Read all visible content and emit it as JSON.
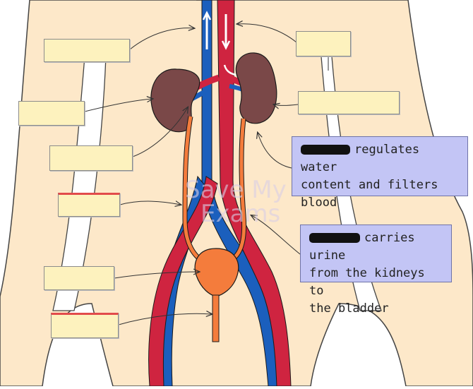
{
  "info_boxes": [
    {
      "text_line1": "regulates water",
      "text_line2": "content and filters",
      "text_line3": "blood"
    },
    {
      "text_line1": "carries urine",
      "text_line2": "from the kidneys to",
      "text_line3": "the bladder"
    }
  ],
  "colors": {
    "skin": "#fde8c9",
    "skin_outline": "#444444",
    "vena_cava": "#1b5fbd",
    "aorta": "#cf2440",
    "kidney": "#7a4848",
    "ureter": "#f47c3c",
    "bladder": "#f47c3c",
    "label_fill": "#fdf2be",
    "info_fill": "#c3c5f5"
  },
  "watermark": {
    "line1": "Save My",
    "line2": "Exams"
  }
}
